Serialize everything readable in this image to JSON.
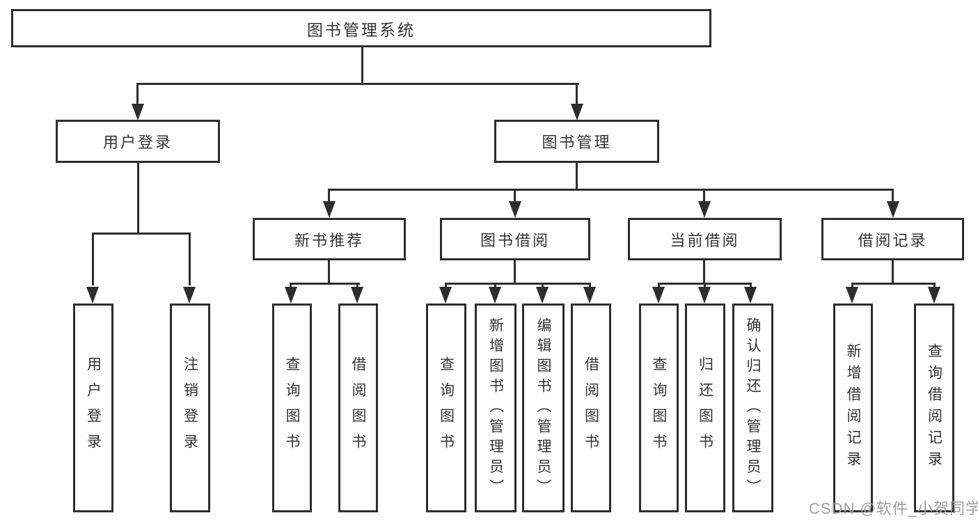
{
  "diagram": {
    "root": {
      "label": "图书管理系统"
    },
    "login": {
      "label": "用户登录",
      "children": [
        {
          "label": "用户登录"
        },
        {
          "label": "注销登录"
        }
      ]
    },
    "management": {
      "label": "图书管理",
      "sections": [
        {
          "label": "新书推荐",
          "children": [
            {
              "label": "查询图书"
            },
            {
              "label": "借阅图书"
            }
          ]
        },
        {
          "label": "图书借阅",
          "children": [
            {
              "label": "查询图书"
            },
            {
              "label": "新增图书（管理员）"
            },
            {
              "label": "编辑图书（管理员）"
            },
            {
              "label": "借阅图书"
            }
          ]
        },
        {
          "label": "当前借阅",
          "children": [
            {
              "label": "查询图书"
            },
            {
              "label": "归还图书"
            },
            {
              "label": "确认归还（管理员）"
            }
          ]
        },
        {
          "label": "借阅记录",
          "children": [
            {
              "label": "新增借阅记录"
            },
            {
              "label": "查询借阅记录"
            }
          ]
        }
      ]
    },
    "colors": {
      "line": "#2d2d2d",
      "text": "#333333",
      "background": "#ffffff",
      "watermark": "#9f9f9f"
    }
  },
  "watermark": {
    "text": "CSDN @软件_小贺同学"
  }
}
